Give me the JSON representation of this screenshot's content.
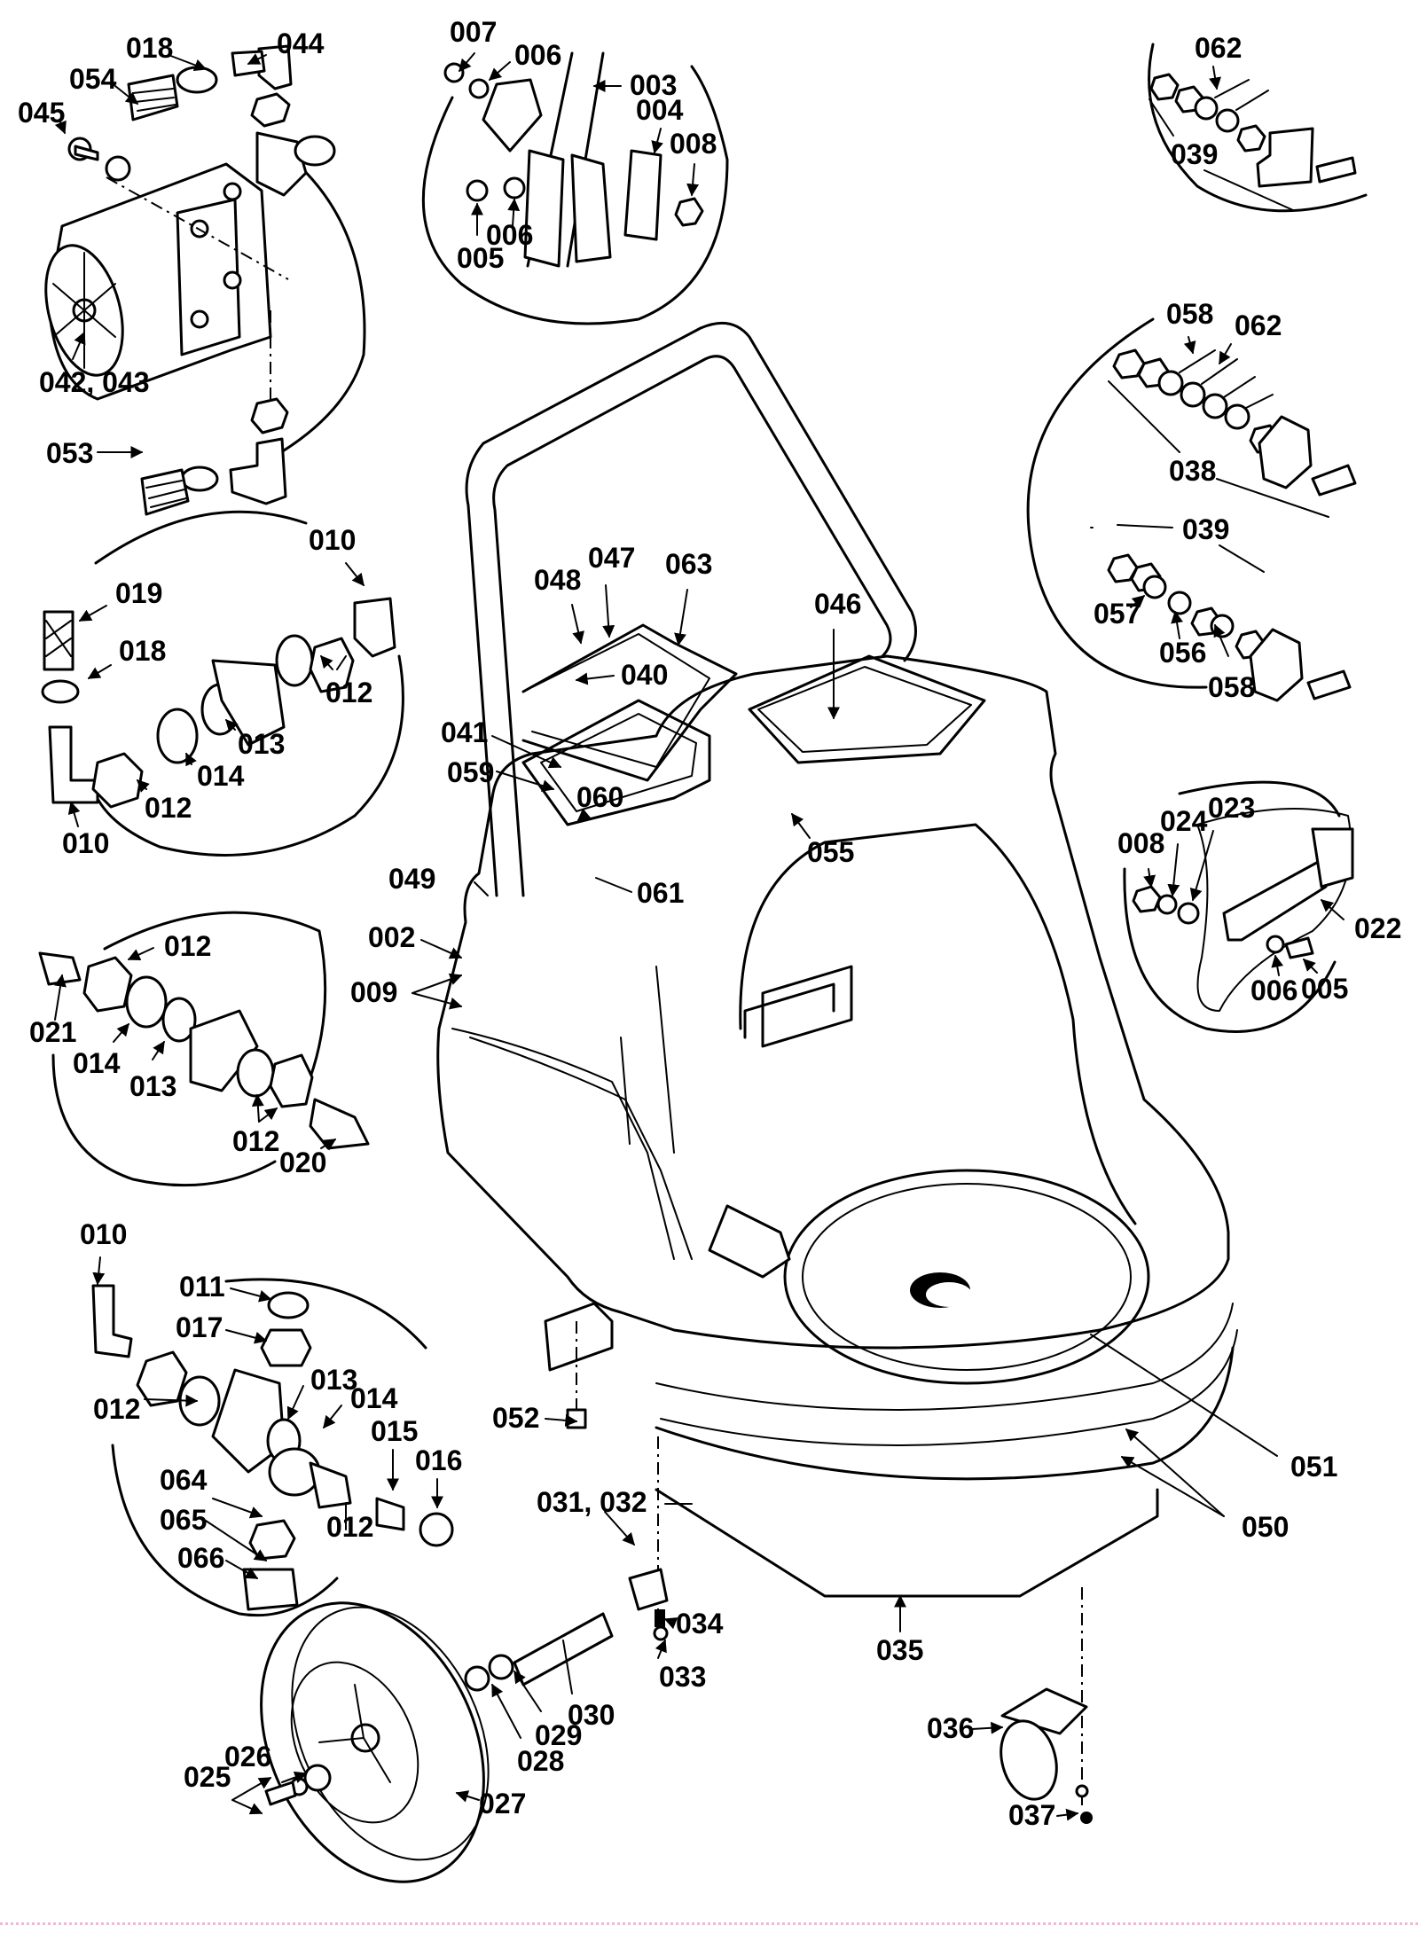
{
  "document": {
    "type": "exploded parts diagram",
    "subject": "floor machine / scrubber body assembly"
  },
  "callouts": [
    {
      "id": "c-018a",
      "text": "018"
    },
    {
      "id": "c-044",
      "text": "044"
    },
    {
      "id": "c-054",
      "text": "054"
    },
    {
      "id": "c-045",
      "text": "045"
    },
    {
      "id": "c-042-043",
      "text": "042, 043"
    },
    {
      "id": "c-053",
      "text": "053"
    },
    {
      "id": "c-007",
      "text": "007"
    },
    {
      "id": "c-006a",
      "text": "006"
    },
    {
      "id": "c-003",
      "text": "003"
    },
    {
      "id": "c-004",
      "text": "004"
    },
    {
      "id": "c-008a",
      "text": "008"
    },
    {
      "id": "c-005a",
      "text": "005"
    },
    {
      "id": "c-006b",
      "text": "006"
    },
    {
      "id": "c-062a",
      "text": "062"
    },
    {
      "id": "c-039a",
      "text": "039"
    },
    {
      "id": "c-058a",
      "text": "058"
    },
    {
      "id": "c-062b",
      "text": "062"
    },
    {
      "id": "c-038",
      "text": "038"
    },
    {
      "id": "c-039b",
      "text": "039"
    },
    {
      "id": "c-057",
      "text": "057"
    },
    {
      "id": "c-056",
      "text": "056"
    },
    {
      "id": "c-058b",
      "text": "058"
    },
    {
      "id": "c-010a",
      "text": "010"
    },
    {
      "id": "c-019",
      "text": "019"
    },
    {
      "id": "c-018b",
      "text": "018"
    },
    {
      "id": "c-012a",
      "text": "012"
    },
    {
      "id": "c-013a",
      "text": "013"
    },
    {
      "id": "c-014a",
      "text": "014"
    },
    {
      "id": "c-012b",
      "text": "012"
    },
    {
      "id": "c-010b",
      "text": "010"
    },
    {
      "id": "c-048",
      "text": "048"
    },
    {
      "id": "c-047",
      "text": "047"
    },
    {
      "id": "c-063",
      "text": "063"
    },
    {
      "id": "c-046",
      "text": "046"
    },
    {
      "id": "c-040",
      "text": "040"
    },
    {
      "id": "c-041",
      "text": "041"
    },
    {
      "id": "c-059",
      "text": "059"
    },
    {
      "id": "c-060",
      "text": "060"
    },
    {
      "id": "c-055",
      "text": "055"
    },
    {
      "id": "c-061",
      "text": "061"
    },
    {
      "id": "c-049",
      "text": "049"
    },
    {
      "id": "c-002",
      "text": "002"
    },
    {
      "id": "c-009",
      "text": "009"
    },
    {
      "id": "c-008b",
      "text": "008"
    },
    {
      "id": "c-024",
      "text": "024"
    },
    {
      "id": "c-023",
      "text": "023"
    },
    {
      "id": "c-022",
      "text": "022"
    },
    {
      "id": "c-006c",
      "text": "006"
    },
    {
      "id": "c-005b",
      "text": "005"
    },
    {
      "id": "c-012c",
      "text": "012"
    },
    {
      "id": "c-021",
      "text": "021"
    },
    {
      "id": "c-014b",
      "text": "014"
    },
    {
      "id": "c-013b",
      "text": "013"
    },
    {
      "id": "c-012d",
      "text": "012"
    },
    {
      "id": "c-020",
      "text": "020"
    },
    {
      "id": "c-010c",
      "text": "010"
    },
    {
      "id": "c-011",
      "text": "011"
    },
    {
      "id": "c-017",
      "text": "017"
    },
    {
      "id": "c-012e",
      "text": "012"
    },
    {
      "id": "c-013c",
      "text": "013"
    },
    {
      "id": "c-014c",
      "text": "014"
    },
    {
      "id": "c-015",
      "text": "015"
    },
    {
      "id": "c-016",
      "text": "016"
    },
    {
      "id": "c-064",
      "text": "064"
    },
    {
      "id": "c-012f",
      "text": "012"
    },
    {
      "id": "c-065",
      "text": "065"
    },
    {
      "id": "c-066",
      "text": "066"
    },
    {
      "id": "c-052",
      "text": "052"
    },
    {
      "id": "c-051",
      "text": "051"
    },
    {
      "id": "c-050",
      "text": "050"
    },
    {
      "id": "c-031-032",
      "text": "031, 032"
    },
    {
      "id": "c-034",
      "text": "034"
    },
    {
      "id": "c-033",
      "text": "033"
    },
    {
      "id": "c-035",
      "text": "035"
    },
    {
      "id": "c-030",
      "text": "030"
    },
    {
      "id": "c-029",
      "text": "029"
    },
    {
      "id": "c-028",
      "text": "028"
    },
    {
      "id": "c-036",
      "text": "036"
    },
    {
      "id": "c-026",
      "text": "026"
    },
    {
      "id": "c-025",
      "text": "025"
    },
    {
      "id": "c-027",
      "text": "027"
    },
    {
      "id": "c-037",
      "text": "037"
    }
  ]
}
